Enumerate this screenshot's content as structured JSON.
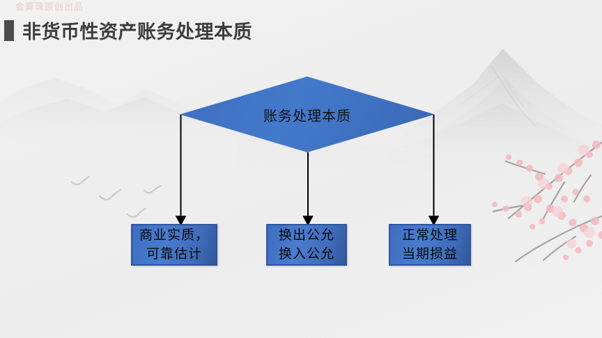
{
  "slide": {
    "watermark": "金算珠原创出品",
    "title": "非货币性资产账务处理本质",
    "background_color": "#eeeeee",
    "accent_color": "#4472c4",
    "border_color": "#2f54a0",
    "bullet_color": "#4b4b4b",
    "watermark_color": "#ead8d8"
  },
  "diagram": {
    "root": {
      "label": "账务处理本质",
      "shape": "diamond"
    },
    "leaves": [
      {
        "id": "box-1",
        "shape": "rectangle",
        "lines": [
          "商业实质，",
          "可靠估计"
        ],
        "line1": "商业实质，",
        "line2": "可靠估计"
      },
      {
        "id": "box-2",
        "shape": "rectangle",
        "lines": [
          "换出公允",
          "换入公允"
        ],
        "line1": "换出公允",
        "line2": "换入公允"
      },
      {
        "id": "box-3",
        "shape": "rectangle",
        "lines": [
          "正常处理",
          "当期损益"
        ],
        "line1": "正常处理",
        "line2": "当期损益"
      }
    ],
    "connectors": [
      {
        "from": "root-left-vertex",
        "to": "box-1",
        "style": "arrow"
      },
      {
        "from": "root-bottom-vertex",
        "to": "box-2",
        "style": "arrow"
      },
      {
        "from": "root-right-vertex",
        "to": "box-3",
        "style": "arrow"
      }
    ]
  },
  "decorations": {
    "mountains": "ink-wash-mountain-landscape",
    "birds": "flying-birds-flock",
    "blossom": "pink-plum-blossom-branch"
  }
}
